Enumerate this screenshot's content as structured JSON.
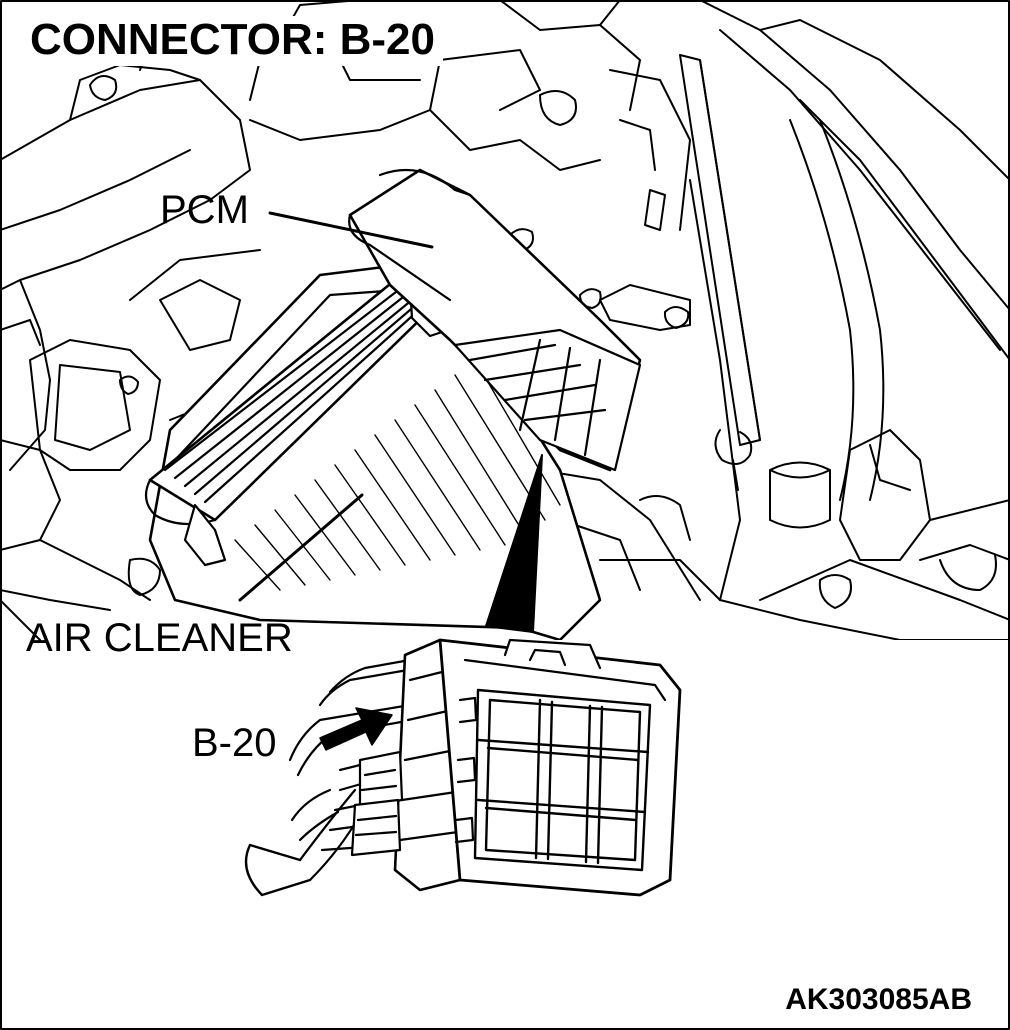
{
  "figure": {
    "title": "CONNECTOR: B-20",
    "callouts": {
      "pcm": "PCM",
      "air_cleaner": "AIR CLEANER",
      "connector": "B-20"
    },
    "figure_code": "AK303085AB"
  },
  "colors": {
    "line": "#000000",
    "background": "#ffffff"
  }
}
